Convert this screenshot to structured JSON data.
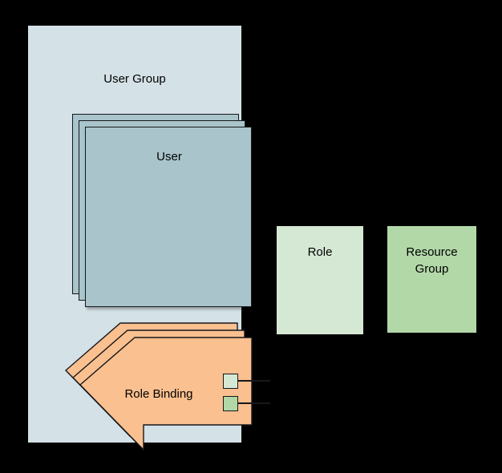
{
  "diagram": {
    "title": "RBAC role binding diagram",
    "background_color": "#000000"
  },
  "user_group": {
    "label": "User Group",
    "fill_color": "#d4e1e6"
  },
  "user_stack": {
    "label": "User",
    "fill_color": "#a9c4ca",
    "stroke_color": "#16181a",
    "card_count": 3
  },
  "role_binding": {
    "label": "Role Binding",
    "fill_color": "#fac090",
    "stroke_color": "#16181a",
    "shape": "left-pointing-arrow",
    "stack_count": 3,
    "connectors": [
      {
        "name": "role-connector",
        "color": "#d5e8d4"
      },
      {
        "name": "resource-group-connector",
        "color": "#b2d8a8"
      }
    ]
  },
  "role": {
    "label": "Role",
    "fill_color": "#d5e8d4"
  },
  "resource_group": {
    "label": "Resource\nGroup",
    "fill_color": "#b2d8a8"
  }
}
